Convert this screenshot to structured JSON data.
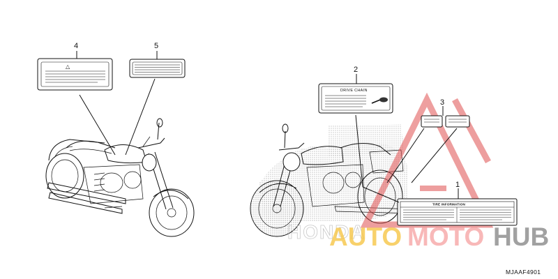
{
  "callouts": [
    "1",
    "2",
    "3",
    "4",
    "5"
  ],
  "label_text": {
    "drive_chain": "DRIVE CHAIN",
    "tire_information": "TIRE INFORMATION",
    "warning_symbol": "△"
  },
  "watermark": {
    "part1": "AUTO",
    "part2": "MOTO",
    "part3": "HUB",
    "colors": {
      "auto": "#f6c646",
      "moto": "#f5a0a0",
      "hub": "#8a8a8a",
      "logo": "#e05050"
    }
  },
  "ghost_brand": "HONDA",
  "diagram_code": "MJAAF4901"
}
